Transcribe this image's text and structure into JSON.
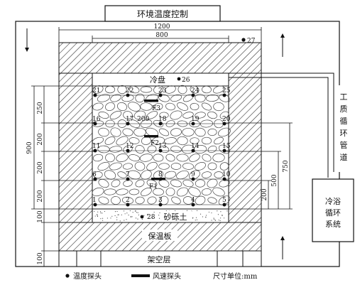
{
  "title": "环境温度控制",
  "cold_plate": "冷盘",
  "insulation": "保温板",
  "overhead": "架空层",
  "sand": "砂砾土",
  "bath": [
    "冷浴",
    "循环",
    "系统"
  ],
  "pipe": [
    "工",
    "质",
    "循",
    "环",
    "管",
    "道"
  ],
  "legend": {
    "temp": "温度探头",
    "wind": "风速探头",
    "unit": "尺寸单位:mm"
  },
  "probes": [
    "1",
    "2",
    "3",
    "4",
    "5",
    "6",
    "7",
    "8",
    "9",
    "10",
    "11",
    "12",
    "13",
    "14",
    "15",
    "16",
    "17",
    "18",
    "19",
    "20",
    "21",
    "22",
    "23",
    "24",
    "25",
    "26",
    "27",
    "28"
  ],
  "wind_probes": [
    "F1",
    "F2",
    "F3"
  ],
  "dims": {
    "w1200": "1200",
    "w800": "800",
    "h900": "900",
    "h250": "250",
    "h200a": "200",
    "h200b": "200",
    "h200c": "200",
    "h750": "750",
    "h500": "500",
    "h200r": "200",
    "h100a": "100",
    "h100b": "100",
    "d200": "200"
  }
}
